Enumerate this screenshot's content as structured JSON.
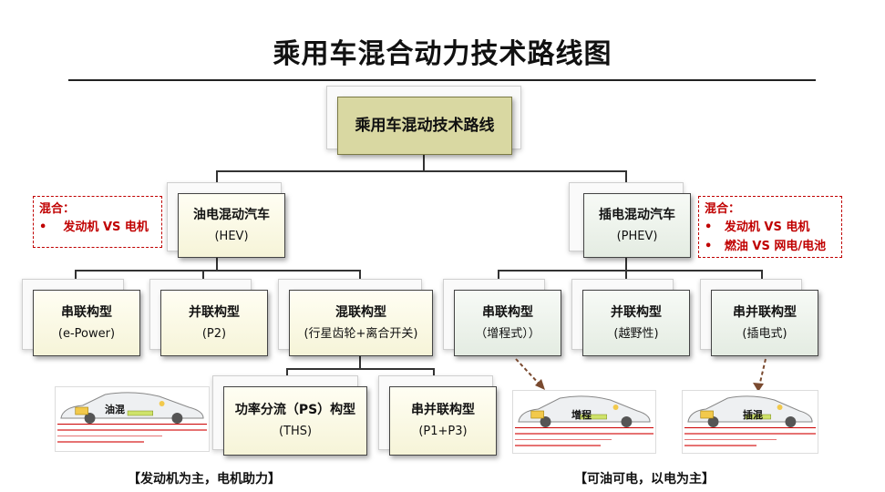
{
  "title": "乘用车混合动力技术路线图",
  "root": {
    "label": "乘用车混动技术路线"
  },
  "branches": [
    {
      "name": "油电混动汽车",
      "code": "(HEV)"
    },
    {
      "name": "插电混动汽车",
      "code": "(PHEV)"
    }
  ],
  "hev_types": [
    {
      "name": "串联构型",
      "sub": "(e-Power)"
    },
    {
      "name": "并联构型",
      "sub": "(P2)"
    },
    {
      "name": "混联构型",
      "sub": "(行星齿轮+离合开关)"
    }
  ],
  "ps_types": [
    {
      "name": "功率分流（PS）构型",
      "sub": "(THS)"
    },
    {
      "name": "串并联构型",
      "sub": "(P1+P3)"
    }
  ],
  "phev_types": [
    {
      "name": "串联构型",
      "sub": "（增程式））"
    },
    {
      "name": "并联构型",
      "sub": "(越野性)"
    },
    {
      "name": "串并联构型",
      "sub": "(插电式)"
    }
  ],
  "left_mix": {
    "heading": "混合：",
    "items": [
      "发动机 VS 电机"
    ]
  },
  "right_mix": {
    "heading": "混合：",
    "items": [
      "发动机 VS 电机",
      "燃油 VS 网电/电池"
    ]
  },
  "cards": [
    {
      "label": "油混"
    },
    {
      "label": "增程"
    },
    {
      "label": "插混"
    }
  ],
  "bottom": {
    "left": "【发动机为主，电机助力】",
    "right": "【可油可电，以电为主】"
  },
  "colors": {
    "accent_red": "#c00000",
    "root_fill": "#d9d8a2",
    "hev_fill": "#f6f4d8",
    "phev_fill": "#e4ece2"
  }
}
